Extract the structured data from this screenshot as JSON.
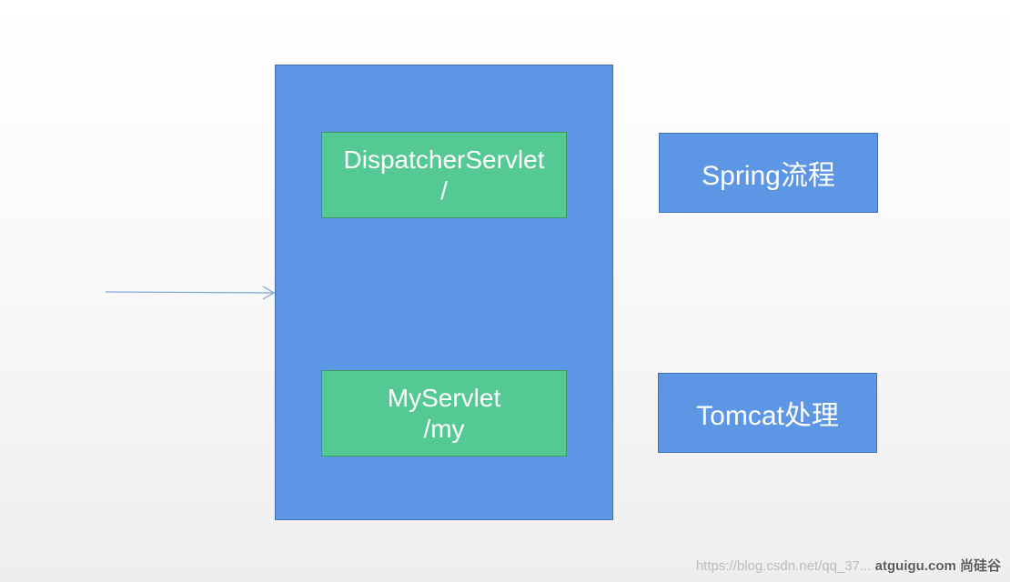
{
  "diagram": {
    "container": {
      "fill": "#5e96e6",
      "stroke": "#3f6fb2"
    },
    "servlets": [
      {
        "name": "DispatcherServlet",
        "path": "/"
      },
      {
        "name": "MyServlet",
        "path": "/my"
      }
    ],
    "servlet_fill": "#54c993",
    "labels": {
      "spring": "Spring流程",
      "tomcat": "Tomcat处理"
    },
    "arrow_color": "#7aa6d8"
  },
  "watermark": {
    "url_text": "https://blog.csdn.net/qq_37...",
    "brand_text": "atguigu.com 尚硅谷"
  }
}
